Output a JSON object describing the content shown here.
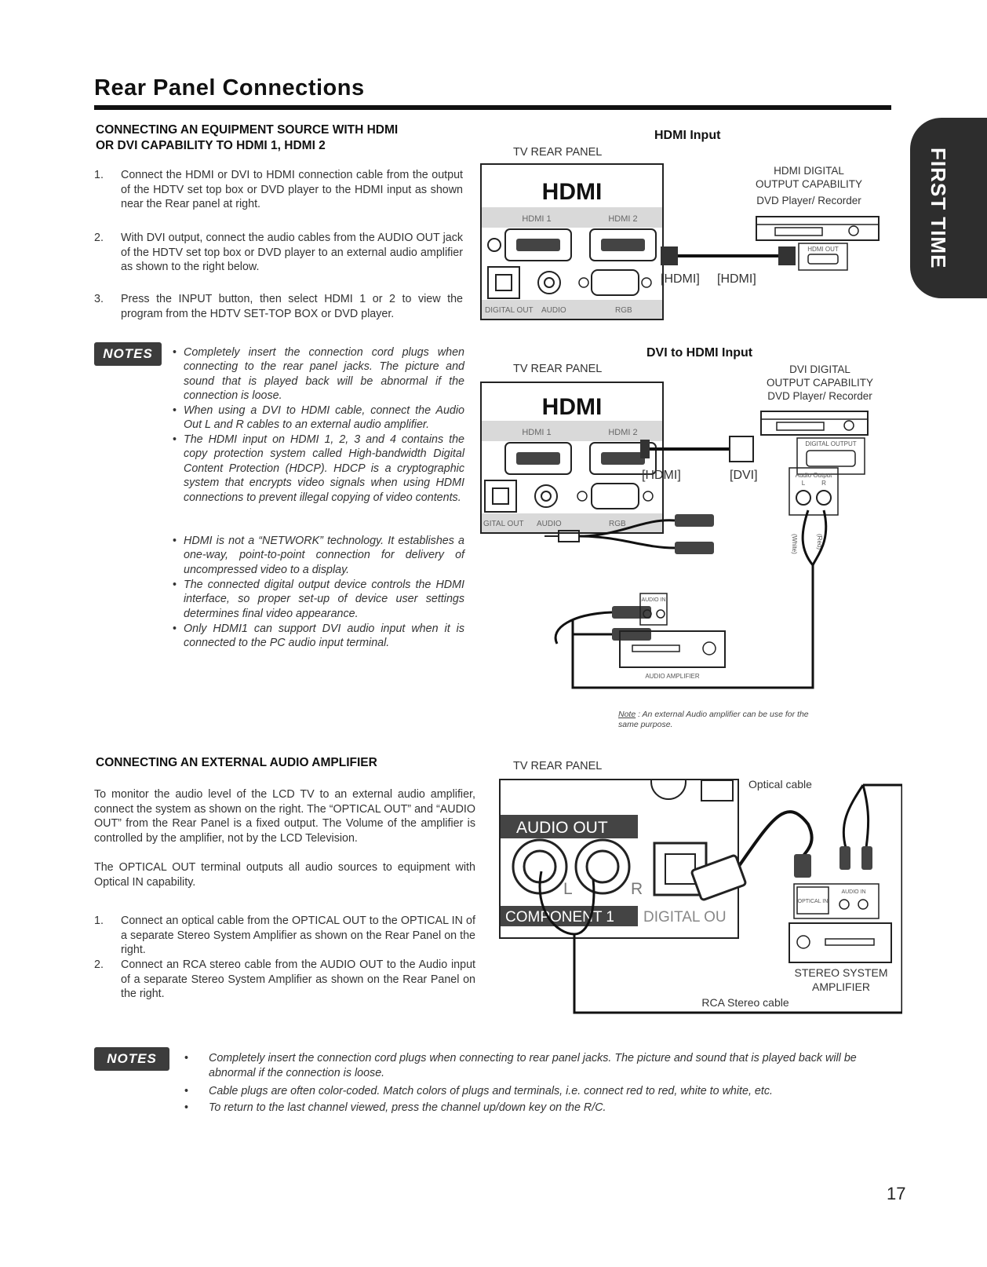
{
  "page": {
    "title": "Rear Panel Connections",
    "side_tab": "FIRST TIME USE",
    "page_number": "17"
  },
  "hdmi_section": {
    "heading_line1": "CONNECTING AN EQUIPMENT SOURCE WITH HDMI",
    "heading_line2": "OR DVI CAPABILITY TO HDMI 1, HDMI 2",
    "steps": [
      {
        "num": "1.",
        "text": "Connect the HDMI or DVI to HDMI connection cable from the output of the HDTV set top box or DVD player to the HDMI input as shown near the Rear panel at right."
      },
      {
        "num": "2.",
        "text": "With DVI output, connect the audio cables from the AUDIO OUT jack of the HDTV set top box or DVD player to an external audio amplifier as shown to the right below."
      },
      {
        "num": "3.",
        "text": "Press the INPUT button, then select HDMI 1 or 2 to view the program from the HDTV SET-TOP BOX or DVD player."
      }
    ],
    "notes_label": "NOTES",
    "notes": [
      "Completely insert the connection cord plugs when connecting to the rear panel jacks. The picture and sound that is played back will be abnormal if the connection is loose.",
      "When using a DVI to HDMI cable, connect the Audio Out L and R cables to an external audio amplifier.",
      "The HDMI input on HDMI 1, 2, 3 and 4 contains the copy protection system called High-bandwidth Digital Content Protection (HDCP). HDCP is a cryptographic system that encrypts video signals when using HDMI connections to prevent illegal copying of video contents.",
      "HDMI is not a “NETWORK” technology. It establishes a one-way, point-to-point connection for delivery of uncompressed video to a display.",
      "The connected digital output device controls the HDMI interface, so proper set-up of device user settings determines final video appearance.",
      "Only HDMI1 can support DVI audio input when it is connected to the PC audio input terminal."
    ]
  },
  "diagram_hdmi": {
    "title": "HDMI Input",
    "tv_label": "TV REAR PANEL",
    "hdmi_logo": "HDMI",
    "port_hdmi1": "HDMI 1",
    "port_hdmi2": "HDMI 2",
    "port_digital_out": "DIGITAL OUT",
    "port_audio": "AUDIO",
    "port_rgb": "RGB",
    "device_line1": "HDMI DIGITAL",
    "device_line2": "OUTPUT CAPABILITY",
    "device_line3": "DVD Player/ Recorder",
    "device_port": "HDMI OUT",
    "cable_end1": "[HDMI]",
    "cable_end2": "[HDMI]"
  },
  "diagram_dvi": {
    "title": "DVI to HDMI Input",
    "tv_label": "TV REAR PANEL",
    "hdmi_logo": "HDMI",
    "port_hdmi1": "HDMI 1",
    "port_hdmi2": "HDMI 2",
    "port_digital_out": "GITAL OUT",
    "port_audio": "AUDIO",
    "port_rgb": "RGB",
    "device_line1": "DVI DIGITAL",
    "device_line2": "OUTPUT CAPABILITY",
    "device_line3": "DVD Player/ Recorder",
    "device_port": "DIGITAL OUTPUT",
    "audio_output": "Audio Output",
    "audio_l": "L",
    "audio_r": "R",
    "white": "(White)",
    "red": "(Red)",
    "cable_end1": "[HDMI]",
    "cable_end2": "[DVI]",
    "amp_audio_in": "AUDIO IN",
    "amp_label": "AUDIO AMPLIFIER",
    "note_word": "Note",
    "note_text": ": An external Audio amplifier can be use for the same purpose."
  },
  "audio_section": {
    "heading": "CONNECTING AN EXTERNAL AUDIO AMPLIFIER",
    "para1": "To monitor the audio level of the LCD TV to an external audio amplifier, connect the system as shown on the right. The “OPTICAL OUT” and “AUDIO OUT” from the Rear Panel is a fixed output. The Volume of the amplifier is controlled by the amplifier, not by the LCD Television.",
    "para2": "The OPTICAL OUT terminal outputs all audio sources to equipment with Optical IN capability.",
    "steps": [
      {
        "num": "1.",
        "text": "Connect an optical cable from the OPTICAL OUT to the OPTICAL IN of a separate Stereo System Amplifier as shown on the Rear Panel on the right."
      },
      {
        "num": "2.",
        "text": "Connect an RCA stereo cable from the AUDIO OUT to the Audio input of a separate Stereo System Amplifier as shown on the Rear Panel on the right."
      }
    ]
  },
  "diagram_audio": {
    "tv_label": "TV REAR PANEL",
    "audio_out": "AUDIO OUT",
    "l": "L",
    "r": "R",
    "component": "COMPONENT 1",
    "digital_out": "DIGITAL OU",
    "optical_cable": "Optical cable",
    "amp_line1": "STEREO SYSTEM",
    "amp_line2": "AMPLIFIER",
    "optical_in": "OPTICAL IN",
    "audio_in": "AUDIO IN",
    "rca_cable": "RCA Stereo cable"
  },
  "bottom_notes": {
    "label": "NOTES",
    "items": [
      "Completely insert the connection cord plugs when connecting to rear panel jacks. The picture and sound that is played back will be abnormal if the connection is loose.",
      "Cable plugs are often color-coded. Match colors of plugs and terminals, i.e. connect red to red, white to white, etc.",
      "To return to the last channel viewed, press the channel up/down key on the R/C."
    ]
  },
  "colors": {
    "text": "#222222",
    "tab": "#2d2d2d",
    "port_band": "#444444"
  }
}
